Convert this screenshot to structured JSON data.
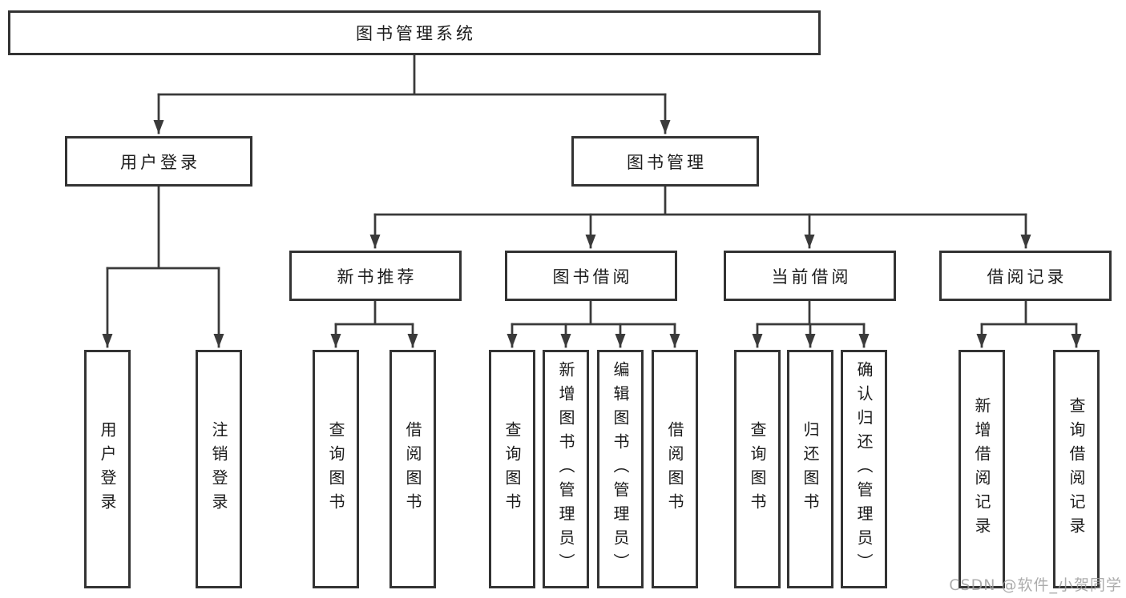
{
  "tree": {
    "root": {
      "label": "图书管理系统"
    },
    "branches": [
      {
        "label": "用户登录",
        "children": [
          {
            "label": "用户登录"
          },
          {
            "label": "注销登录"
          }
        ]
      },
      {
        "label": "图书管理",
        "modules": [
          {
            "label": "新书推荐",
            "children": [
              {
                "label": "查询图书"
              },
              {
                "label": "借阅图书"
              }
            ]
          },
          {
            "label": "图书借阅",
            "children": [
              {
                "label": "查询图书"
              },
              {
                "label": "新增图书（管理员）"
              },
              {
                "label": "编辑图书（管理员）"
              },
              {
                "label": "借阅图书"
              }
            ]
          },
          {
            "label": "当前借阅",
            "children": [
              {
                "label": "查询图书"
              },
              {
                "label": "归还图书"
              },
              {
                "label": "确认归还（管理员）"
              }
            ]
          },
          {
            "label": "借阅记录",
            "children": [
              {
                "label": "新增借阅记录"
              },
              {
                "label": "查询借阅记录"
              }
            ]
          }
        ]
      }
    ]
  },
  "watermark": {
    "text": "CSDN @软件_小贺同学"
  },
  "colors": {
    "line": "#3a3a3a",
    "box_border": "#333333",
    "text": "#1c1c1c",
    "watermark": "#9e9e9e",
    "background": "#ffffff"
  }
}
